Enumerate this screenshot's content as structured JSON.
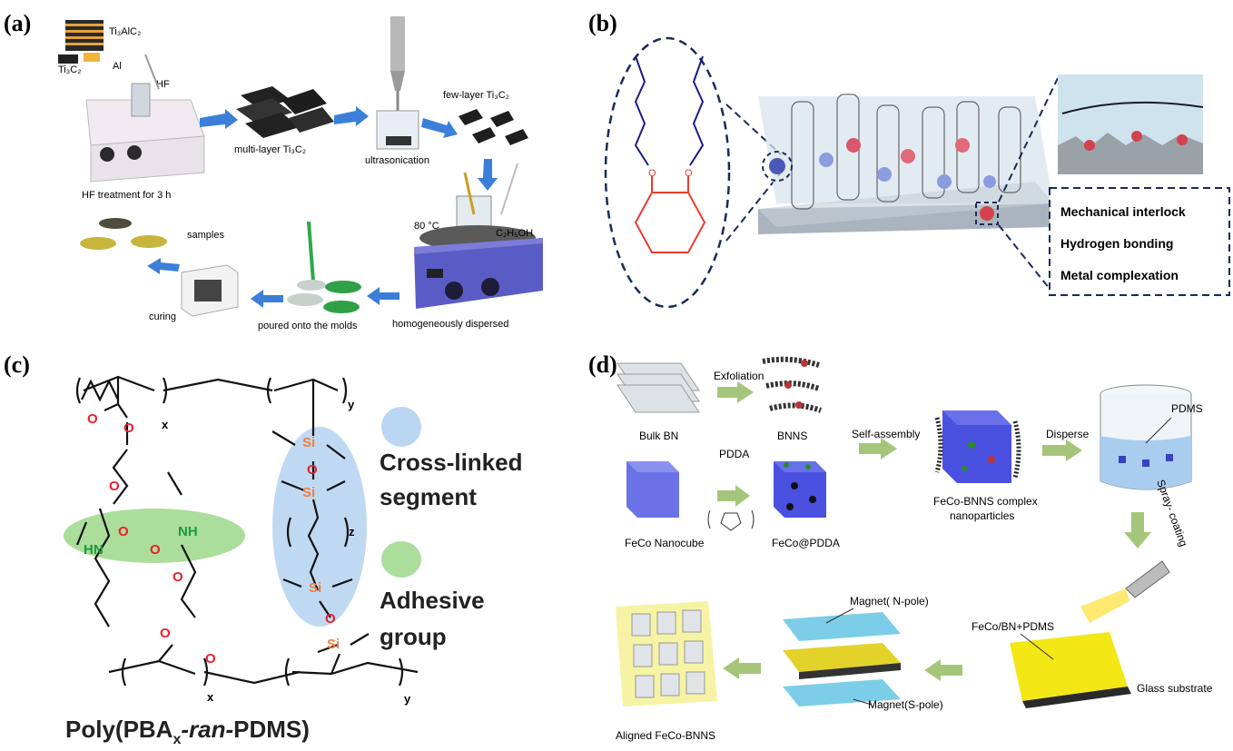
{
  "panels": [
    {
      "label": "(a)",
      "title": ""
    },
    {
      "label": "(b)",
      "title": ""
    },
    {
      "label": "(c)",
      "title": ""
    },
    {
      "label": "(d)",
      "title": ""
    }
  ],
  "panel_a": {
    "ti3alc2": "Ti₃AlC₂",
    "ti3c2": "Ti₃C₂",
    "al": "Al",
    "hf": "HF",
    "hf_treatment": "HF treatment for 3 h",
    "multi_layer": "multi-layer Ti₃C₂",
    "ultrasonication": "ultrasonication",
    "few_layer": "few-layer Ti₃C₂",
    "temp": "80 °C",
    "ethanol": "C₂H₅OH",
    "homogeneous": "homogeneously dispersed",
    "poured": "poured onto the molds",
    "curing": "curing",
    "samples": "samples"
  },
  "panel_b": {
    "features": [
      "Mechanical interlock",
      "Hydrogen bonding",
      "Metal complexation"
    ]
  },
  "panel_c": {
    "sub_x1": "x",
    "sub_y1": "y",
    "sub_z": "z",
    "sub_x2": "x",
    "sub_y2": "y",
    "si": "Si",
    "o": "O",
    "nh": "NH",
    "hn": "HN",
    "legend_crosslinked_1": "Cross-linked",
    "legend_crosslinked_2": "segment",
    "legend_adhesive_1": "Adhesive",
    "legend_adhesive_2": "group",
    "polymer_name_prefix": "Poly(PBA",
    "polymer_name_sub": "x",
    "polymer_name_ran": "-ran-",
    "polymer_name_suffix": "PDMS)",
    "colors": {
      "blue_glow": "#9ec4ec",
      "green_glow": "#8fd17a",
      "oxygen": "#e8202a",
      "silicon": "#f07f3c",
      "nitrogen": "#1a9a3c"
    }
  },
  "panel_d": {
    "bulk_bn": "Bulk BN",
    "exfoliation": "Exfoliation",
    "bnns": "BNNS",
    "self_assembly": "Self-assembly",
    "disperse": "Disperse",
    "pdms": "PDMS",
    "fecoo_nanocube": "FeCo Nanocube",
    "pdda": "PDDA",
    "feco_pdda": "FeCo@PDDA",
    "complex_1": "FeCo-BNNS complex",
    "complex_2": "nanoparticles",
    "spray": "Spray- coating",
    "magnet_n": "Magnet( N-pole)",
    "magnet_s": "Magnet(S-pole)",
    "feco_bn_pdms": "FeCo/BN+PDMS",
    "glass": "Glass substrate",
    "aligned": "Aligned FeCo-BNNS"
  }
}
